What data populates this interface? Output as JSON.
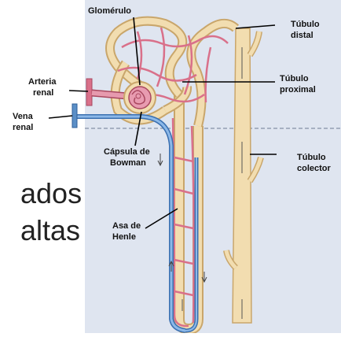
{
  "labels": {
    "glomerulo": "Glomérulo",
    "tubulo_distal_1": "Túbulo",
    "tubulo_distal_2": "distal",
    "arteria_1": "Arteria",
    "arteria_2": "renal",
    "tubulo_proximal_1": "Túbulo",
    "tubulo_proximal_2": "proximal",
    "vena_1": "Vena",
    "vena_2": "renal",
    "capsula_1": "Cápsula de",
    "capsula_2": "Bowman",
    "colector_1": "Túbulo",
    "colector_2": "colector",
    "asa_1": "Asa de",
    "asa_2": "Henle"
  },
  "background_text": {
    "line1": "ados",
    "line2": "altas"
  },
  "colors": {
    "tubule": "#f2ddb0",
    "tubule_edge": "#c9a66b",
    "artery": "#d9708a",
    "vein": "#5b8fc7",
    "panel": "#dde3ef"
  }
}
